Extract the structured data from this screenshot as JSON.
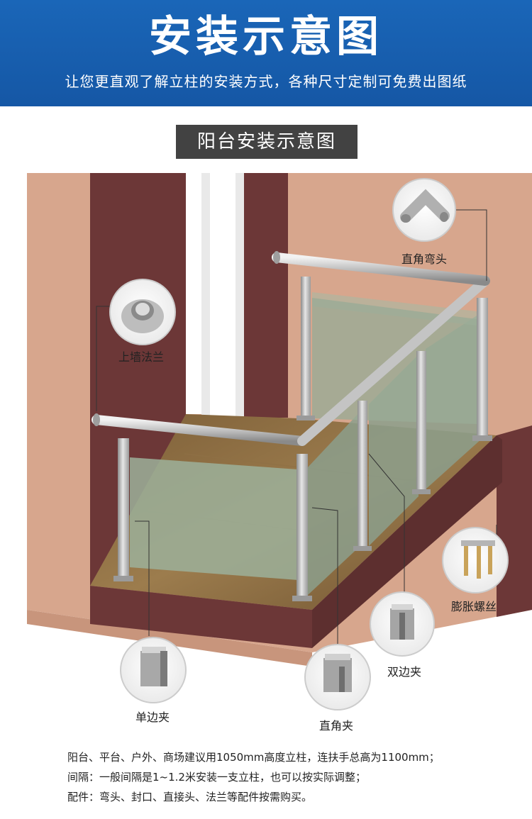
{
  "header": {
    "title": "安装示意图",
    "subtitle": "让您更直观了解立柱的安装方式，各种尺寸定制可免费出图纸"
  },
  "section": {
    "title": "阳台安装示意图"
  },
  "callouts": {
    "elbow": "直角弯头",
    "wall_flange": "上墙法兰",
    "expansion_bolt": "膨胀螺丝",
    "double_clip": "双边夹",
    "single_clip": "单边夹",
    "corner_clip": "直角夹"
  },
  "notes": [
    "阳台、平台、户外、商场建议用1050mm高度立柱，连扶手总高为1100mm；",
    "间隔：一般间隔是1~1.2米安装一支立柱，也可以按实际调整；",
    "配件：弯头、封口、直接头、法兰等配件按需购买。"
  ],
  "colors": {
    "banner": "#1a66b8",
    "wall_pink": "#d4a48c",
    "wall_brown": "#6b3535",
    "floor_wood": "#8a6a40",
    "glass": "#9aad96",
    "steel": "#b8b8b8"
  }
}
